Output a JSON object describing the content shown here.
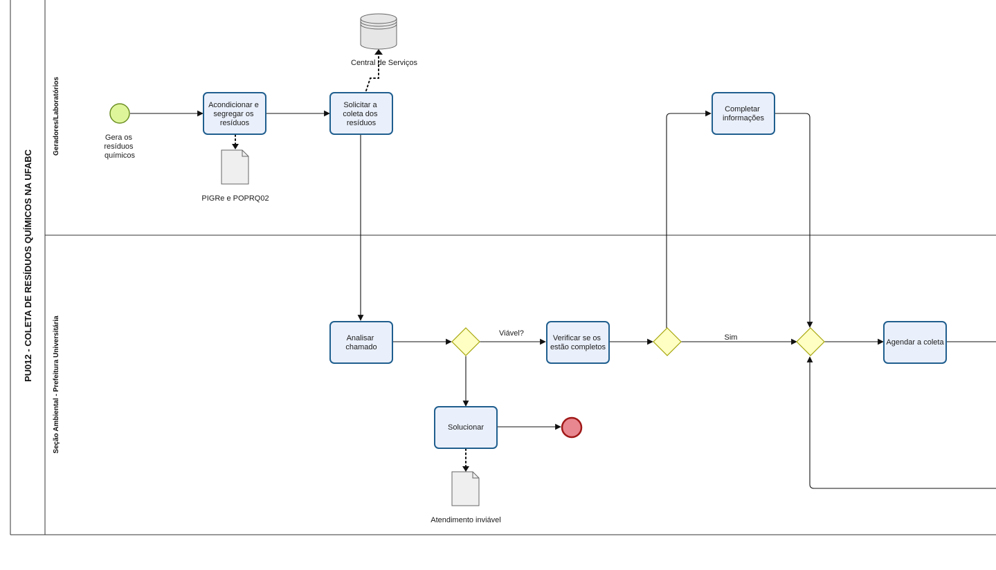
{
  "pool": {
    "title": "PU012 - COLETA DE RESÍDUOS QUÍMICOS NA UFABC"
  },
  "lanes": [
    {
      "id": "lane-geradores",
      "title": "Geradores/Laboratórios"
    },
    {
      "id": "lane-secao",
      "title": "Seção Ambiental - Prefeitura Universitária"
    }
  ],
  "events": {
    "start": {
      "label_lines": [
        "Gera os",
        "resíduos",
        "químicos"
      ]
    },
    "end": {
      "label_lines": []
    }
  },
  "tasks": {
    "acondicionar": {
      "label_lines": [
        "Acondicionar e",
        "segregar os",
        "resíduos"
      ]
    },
    "solicitar": {
      "label_lines": [
        "Solicitar a",
        "coleta dos",
        "resíduos"
      ]
    },
    "completar": {
      "label_lines": [
        "Completar",
        "informações"
      ]
    },
    "analisar": {
      "label_lines": [
        "Analisar",
        "chamado"
      ]
    },
    "verificar": {
      "label_lines": [
        "Verificar se os",
        "estão completos"
      ]
    },
    "agendar": {
      "label_lines": [
        "Agendar a coleta"
      ]
    },
    "solucionar": {
      "label_lines": [
        "Solucionar"
      ]
    }
  },
  "artifacts": {
    "central_servicos": {
      "label": "Central de Serviços",
      "kind": "data-store"
    },
    "pigre": {
      "label": "PIGRe e POPRQ02",
      "kind": "document"
    },
    "atendimento": {
      "label": "Atendimento inviável",
      "kind": "document"
    }
  },
  "flow_labels": {
    "viavel": "Viável?",
    "sim": "Sim"
  },
  "colors": {
    "task_fill": "#eaf0fb",
    "task_stroke": "#1f5e8e",
    "gateway_fill": "#ffffc4",
    "gateway_stroke": "#a5a50a",
    "start_fill": "#dff59a",
    "start_stroke": "#6b8e23",
    "end_fill": "#e8878f",
    "end_stroke": "#a01818"
  }
}
